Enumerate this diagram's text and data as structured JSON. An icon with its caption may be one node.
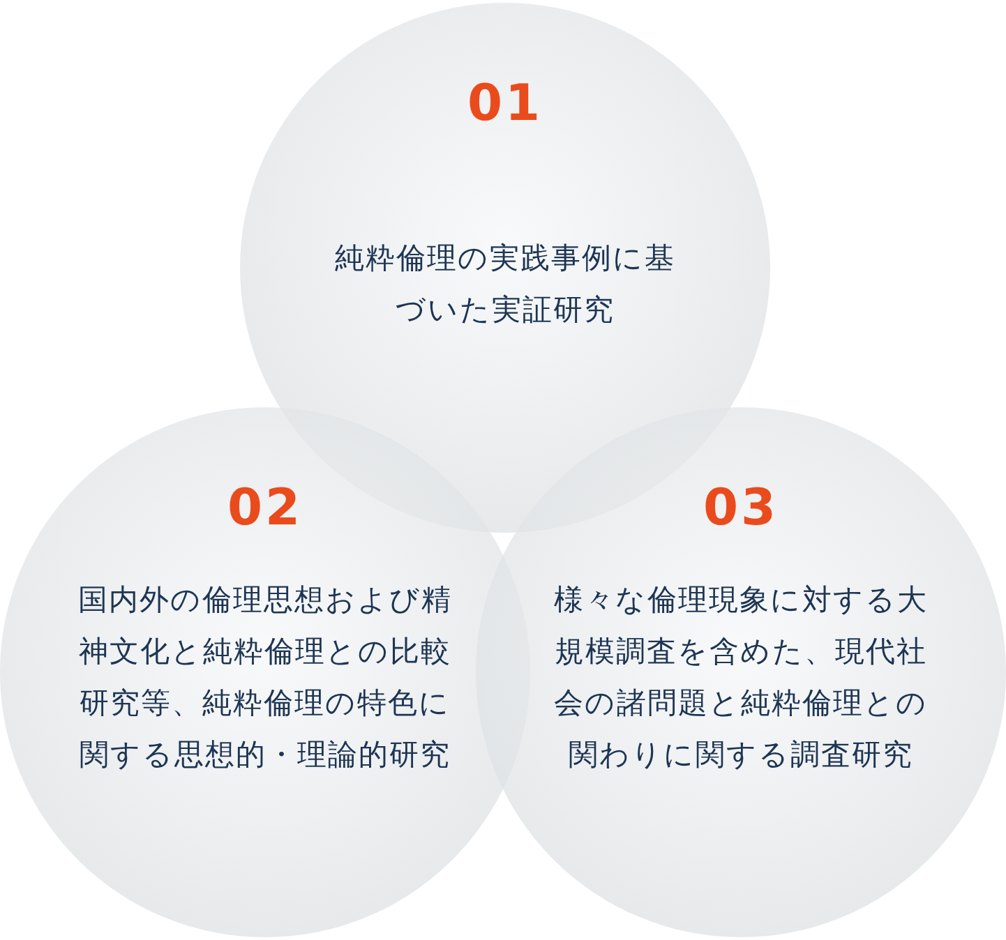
{
  "diagram": {
    "nodes": [
      {
        "text": [
          "01",
          "純粋倫理の実践事例に基づいた実証研究"
        ]
      },
      {
        "text": [
          "02",
          "国内外の倫理思想および精神文化と純粋倫理との比較研究等、純粋倫理の特色に関する思想的・理論的研究"
        ]
      },
      {
        "text": [
          "03",
          "様々な倫理現象に対する大規模調査を含めた、現代社会の諸問題と純粋倫理との関わりに関する調査研究"
        ]
      }
    ]
  }
}
